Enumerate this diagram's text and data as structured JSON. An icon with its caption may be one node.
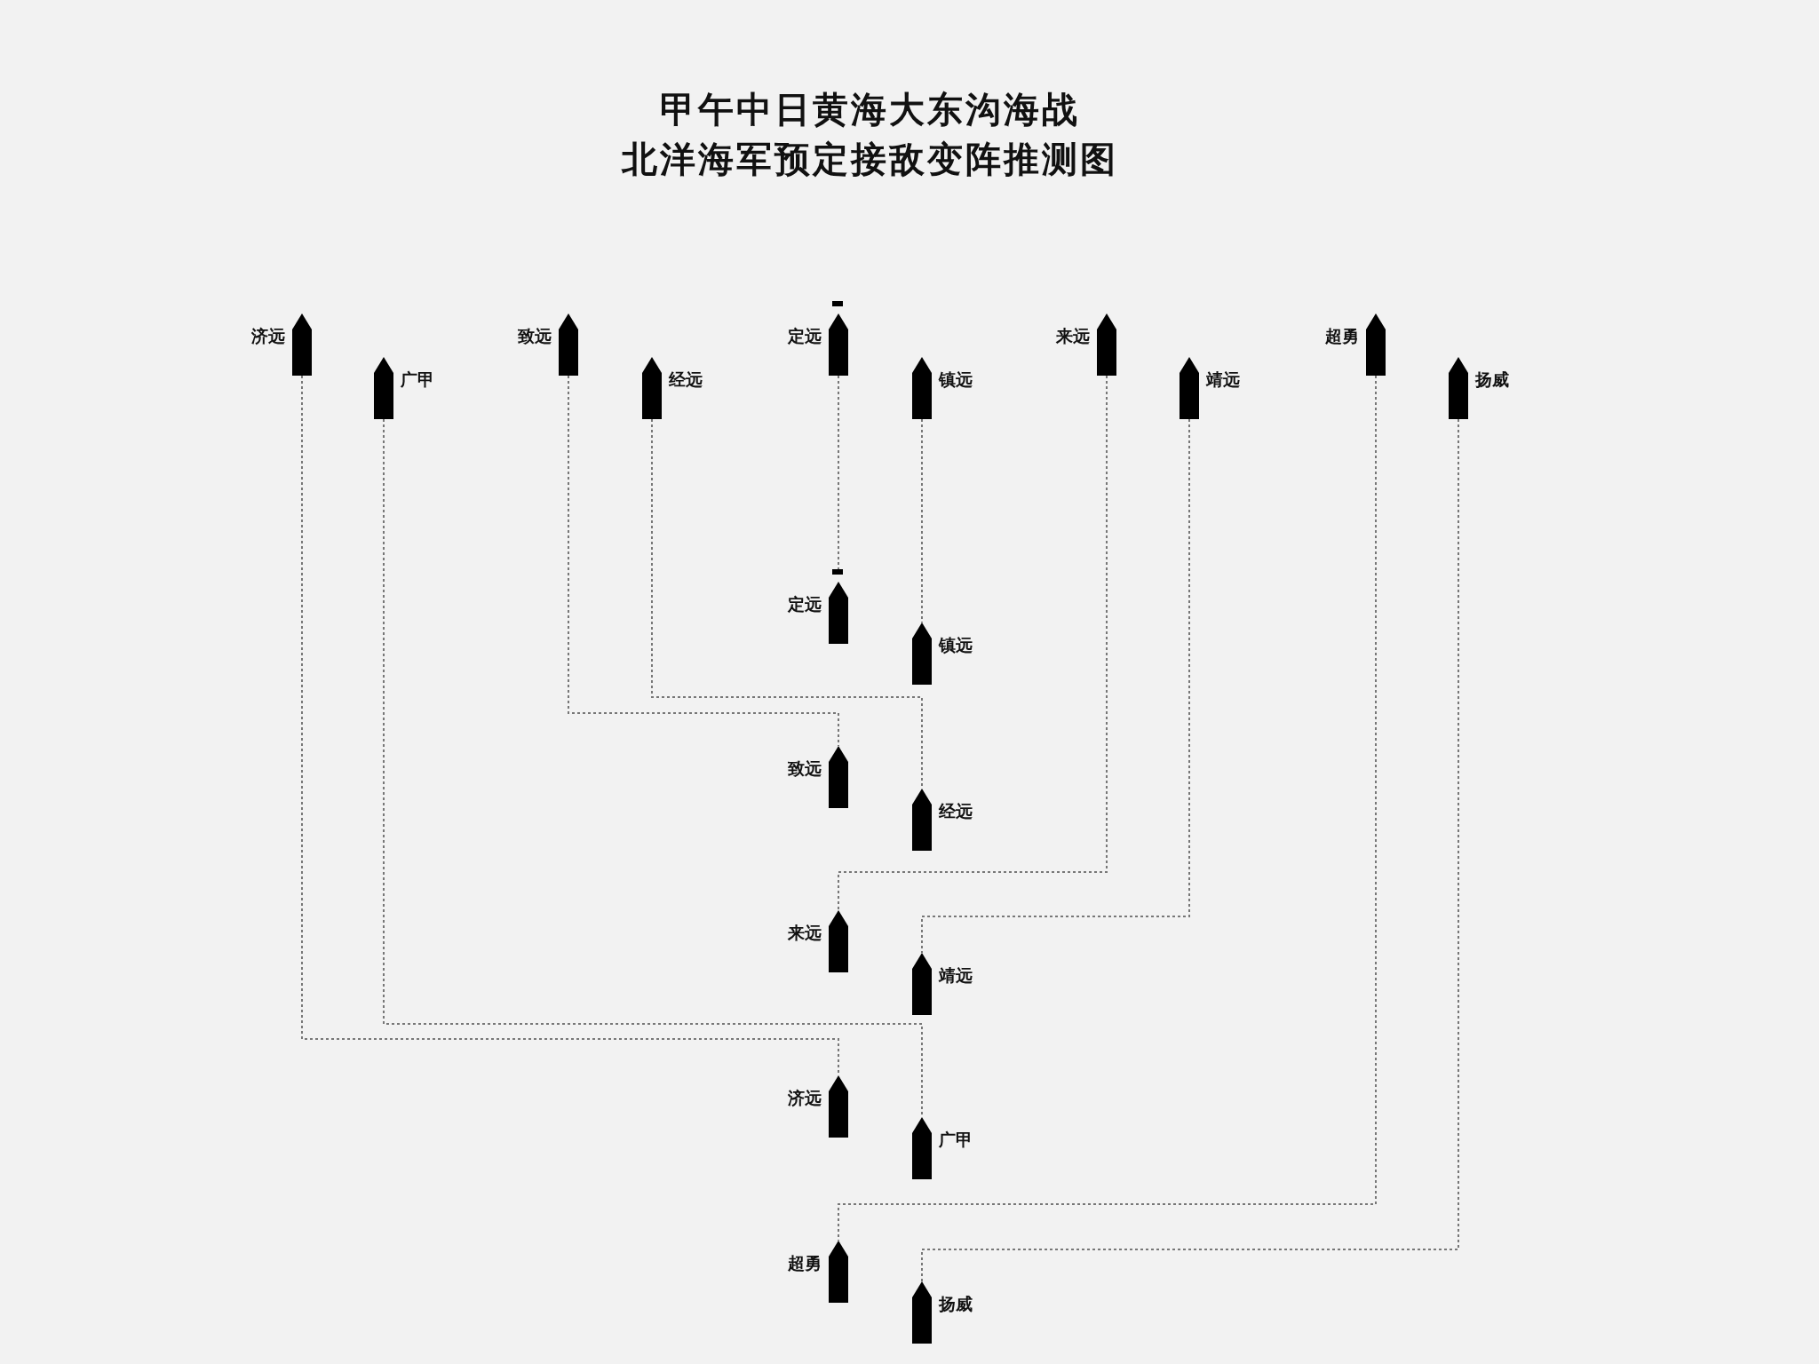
{
  "diagram": {
    "title": "甲午中日黄海大东沟海战",
    "labels": [
      "北洋海军预定接敌变阵推测图"
    ],
    "nodes": [
      {
        "text": [
          "济远"
        ]
      },
      {
        "text": [
          "广甲"
        ]
      },
      {
        "text": [
          "致远"
        ]
      },
      {
        "text": [
          "经远"
        ]
      },
      {
        "text": [
          "定远"
        ]
      },
      {
        "text": [
          "镇远"
        ]
      },
      {
        "text": [
          "来远"
        ]
      },
      {
        "text": [
          "靖远"
        ]
      },
      {
        "text": [
          "超勇"
        ]
      },
      {
        "text": [
          "扬威"
        ]
      },
      {
        "text": [
          "定远"
        ]
      },
      {
        "text": [
          "镇远"
        ]
      },
      {
        "text": [
          "致远"
        ]
      },
      {
        "text": [
          "经远"
        ]
      },
      {
        "text": [
          "来远"
        ]
      },
      {
        "text": [
          "靖远"
        ]
      },
      {
        "text": [
          "济远"
        ]
      },
      {
        "text": [
          "广甲"
        ]
      },
      {
        "text": [
          "超勇"
        ]
      },
      {
        "text": [
          "扬威"
        ]
      }
    ],
    "edges": [
      {
        "from": 0,
        "to": 16,
        "arrow": "none"
      },
      {
        "from": 1,
        "to": 17,
        "arrow": "none"
      },
      {
        "from": 2,
        "to": 12,
        "arrow": "none"
      },
      {
        "from": 3,
        "to": 13,
        "arrow": "none"
      },
      {
        "from": 4,
        "to": 10,
        "arrow": "none"
      },
      {
        "from": 5,
        "to": 11,
        "arrow": "none"
      },
      {
        "from": 6,
        "to": 14,
        "arrow": "none"
      },
      {
        "from": 7,
        "to": 15,
        "arrow": "none"
      },
      {
        "from": 8,
        "to": 18,
        "arrow": "none"
      },
      {
        "from": 9,
        "to": 19,
        "arrow": "none"
      }
    ]
  }
}
